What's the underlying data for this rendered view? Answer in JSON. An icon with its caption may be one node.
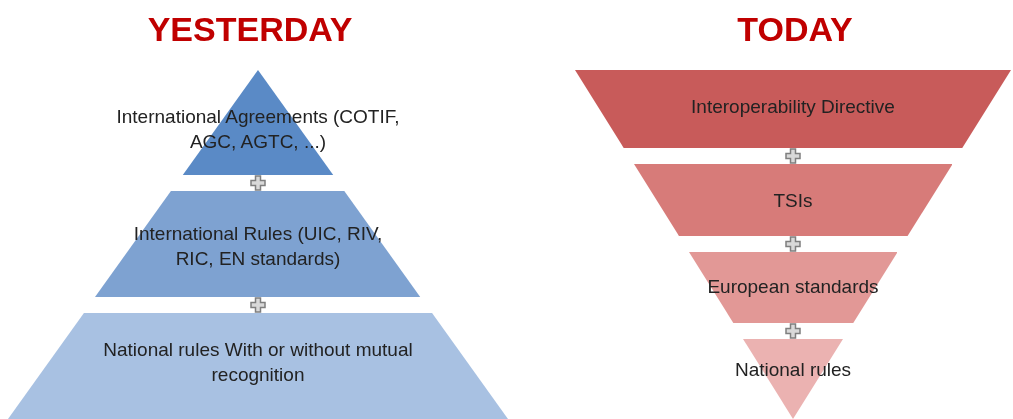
{
  "diagram": {
    "nodes": [
      {
        "text": [
          "International Agreements (COTIF, AGC, AGTC, ...)"
        ]
      },
      {
        "text": [
          "International Rules (UIC, RIV, RIC, EN standards)"
        ]
      },
      {
        "text": [
          "National rules With or without mutual recognition"
        ]
      },
      {
        "text": [
          "Interoperability Directive"
        ]
      },
      {
        "text": [
          "TSIs"
        ]
      },
      {
        "text": [
          "European standards"
        ]
      },
      {
        "text": [
          "National rules"
        ]
      }
    ],
    "labels": [
      "YESTERDAY",
      "TODAY"
    ]
  }
}
